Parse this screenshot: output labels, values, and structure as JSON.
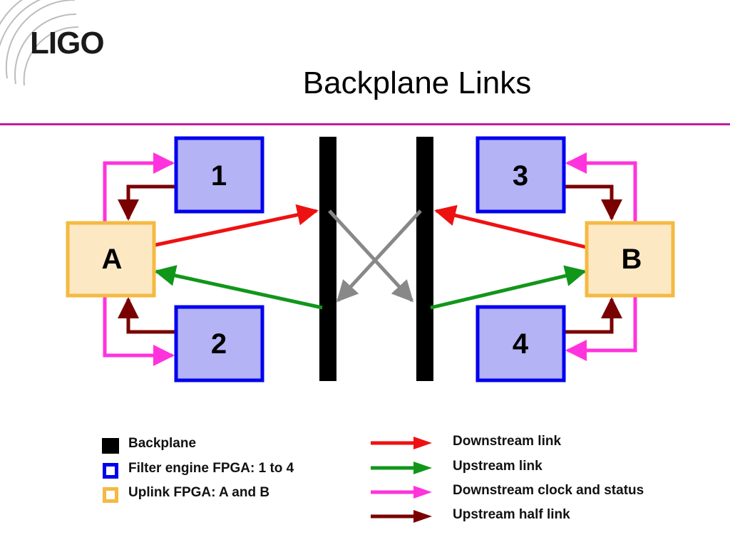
{
  "slide": {
    "logo": "LIGO",
    "title": "Backplane Links"
  },
  "diagram": {
    "fpga_labels": [
      "1",
      "2",
      "3",
      "4"
    ],
    "uplink_labels": [
      "A",
      "B"
    ]
  },
  "legend": {
    "boxes": [
      {
        "label": "Backplane",
        "fill": "#000000",
        "border": "#000000"
      },
      {
        "label": "Filter engine FPGA: 1 to 4",
        "fill": "#ffffff",
        "border": "#0000ee"
      },
      {
        "label": "Uplink FPGA: A and B",
        "fill": "#ffffff",
        "border": "#f5b942"
      }
    ],
    "links": [
      {
        "label": "Downstream link",
        "color": "#ee1111"
      },
      {
        "label": "Upstream link",
        "color": "#11961a"
      },
      {
        "label": "Downstream clock and status",
        "color": "#ff33dd"
      },
      {
        "label": "Upstream half link",
        "color": "#7a0000"
      }
    ]
  },
  "colors": {
    "filter_fill": "#b3b3f5",
    "filter_border": "#0000ee",
    "uplink_fill": "#fde8c4",
    "uplink_border": "#f5b942",
    "backplane": "#000000",
    "crossover": "#888888",
    "title_rule": "#c21ca0"
  }
}
